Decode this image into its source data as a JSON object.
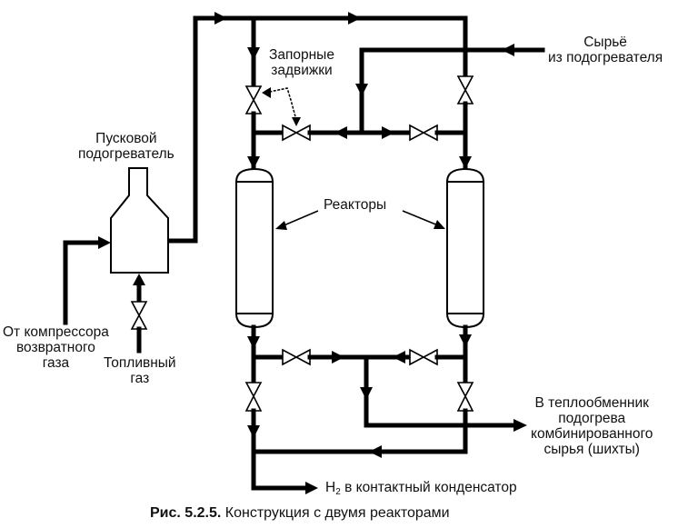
{
  "figure": {
    "caption_number": "Рис. 5.2.5.",
    "caption_text": " Конструкция с двумя реакторами"
  },
  "labels": {
    "shutoff_valves": [
      "Запорные",
      "задвижки"
    ],
    "feed_from_heater": [
      "Сырьё",
      "из подогревателя"
    ],
    "startup_heater": [
      "Пусковой",
      "подогреватель"
    ],
    "reactors": "Реакторы",
    "from_compressor": [
      "От компрессора",
      "возвратного",
      "газа"
    ],
    "fuel_gas": [
      "Топливный",
      "газ"
    ],
    "to_heat_exchanger": [
      "В теплообменник",
      "подогрева",
      "комбинированного",
      "сырья (шихты)"
    ],
    "h2_prefix": "H",
    "h2_sub": "2",
    "h2_suffix": " в контактный конденсатор"
  }
}
